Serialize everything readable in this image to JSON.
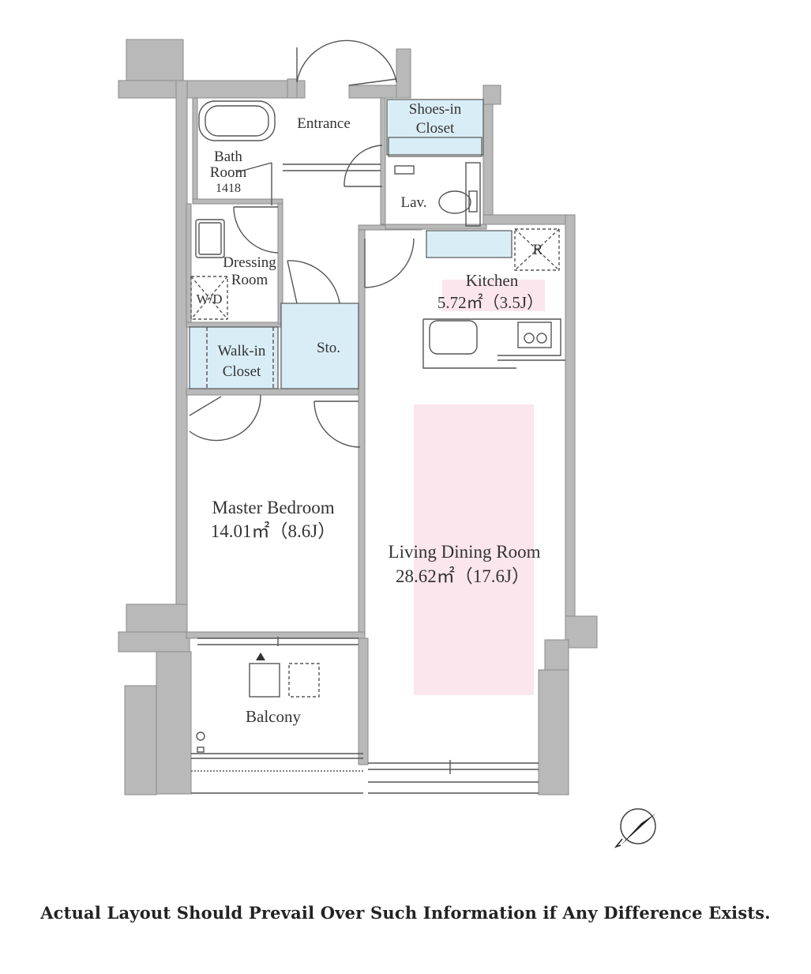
{
  "colors": {
    "wall": "#b9b9b9",
    "wall_edge": "#8a8a8a",
    "storage_fill": "#d9edf7",
    "highlight_fill": "#fbe6ee",
    "line": "#555555"
  },
  "rooms": {
    "entrance": "Entrance",
    "shoes_closet": [
      "Shoes-in",
      "Closet"
    ],
    "bath": [
      "Bath",
      "Room",
      "1418"
    ],
    "lav": "Lav.",
    "dressing": [
      "Dressing",
      "Room"
    ],
    "wd": "W/D",
    "refrigerator": "R",
    "kitchen": {
      "name": "Kitchen",
      "area": "5.72㎡（3.5J）"
    },
    "walk_in_closet": [
      "Walk-in",
      "Closet"
    ],
    "storage": "Sto.",
    "master_bedroom": {
      "name": "Master Bedroom",
      "area": "14.01㎡（8.6J）"
    },
    "living_dining": {
      "name": "Living Dining Room",
      "area": "28.62㎡（17.6J）"
    },
    "balcony": "Balcony"
  },
  "icons": {
    "compass": "north-arrow-icon"
  },
  "disclaimer": "Actual Layout Should Prevail Over Such Information if Any Difference Exists."
}
